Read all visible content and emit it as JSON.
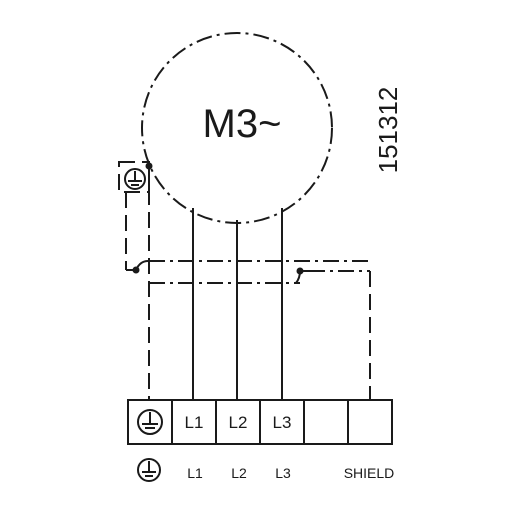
{
  "motor": {
    "label": "M3~"
  },
  "drawing_number": "151312",
  "terminals": [
    {
      "id": "pe",
      "label": "",
      "icon": "earth-ground-icon"
    },
    {
      "id": "l1",
      "label": "L1"
    },
    {
      "id": "l2",
      "label": "L2"
    },
    {
      "id": "l3",
      "label": "L3"
    },
    {
      "id": "t5",
      "label": ""
    },
    {
      "id": "t6",
      "label": ""
    }
  ],
  "legend": {
    "pe_icon": "earth-ground-icon",
    "l1": "L1",
    "l2": "L2",
    "l3": "L3",
    "shield": "SHIELD"
  }
}
